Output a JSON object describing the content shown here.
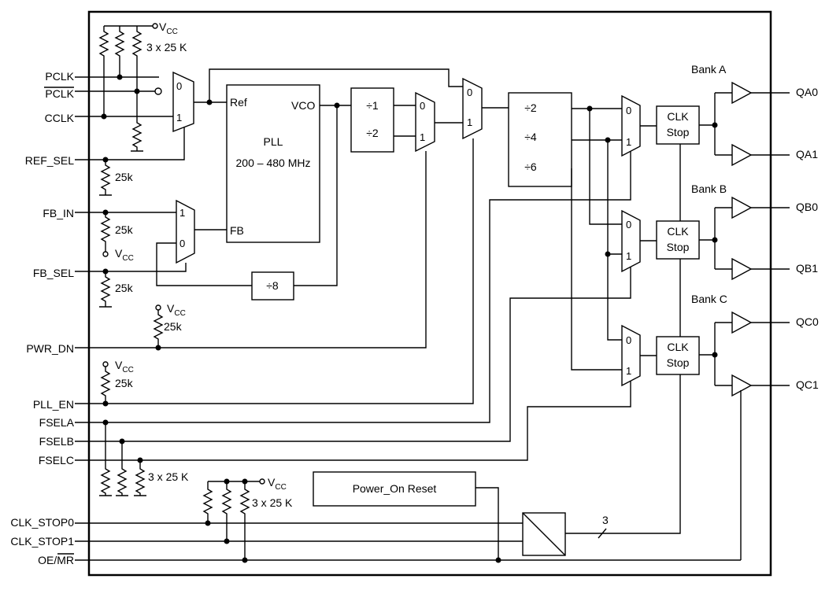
{
  "vcc": "V",
  "vcc_sub": "CC",
  "res_3x25k": "3 x 25 K",
  "res_25k": "25k",
  "pins": {
    "pclk": "PCLK",
    "pclk_n": "PCLK",
    "cclk": "CCLK",
    "ref_sel": "REF_SEL",
    "fb_in": "FB_IN",
    "fb_sel": "FB_SEL",
    "pwr_dn": "PWR_DN",
    "pll_en": "PLL_EN",
    "fsela": "FSELA",
    "fselb": "FSELB",
    "fselc": "FSELC",
    "clk_stop0": "CLK_STOP0",
    "clk_stop1": "CLK_STOP1",
    "oe_mr": "OE/MR"
  },
  "pll": {
    "title": "PLL",
    "range": "200 – 480 MHz",
    "ref": "Ref",
    "vco": "VCO",
    "fb": "FB"
  },
  "div12": {
    "d1": "÷1",
    "d2": "÷2"
  },
  "div8": "÷8",
  "div246": {
    "d2": "÷2",
    "d4": "÷4",
    "d6": "÷6"
  },
  "mux": {
    "zero": "0",
    "one": "1"
  },
  "clkstop": {
    "line1": "CLK",
    "line2": "Stop"
  },
  "banks": {
    "a": "Bank A",
    "b": "Bank B",
    "c": "Bank C"
  },
  "outputs": {
    "qa0": "QA0",
    "qa1": "QA1",
    "qb0": "QB0",
    "qb1": "QB1",
    "qc0": "QC0",
    "qc1": "QC1"
  },
  "power_on_reset": "Power_On Reset",
  "bus_width": "3"
}
